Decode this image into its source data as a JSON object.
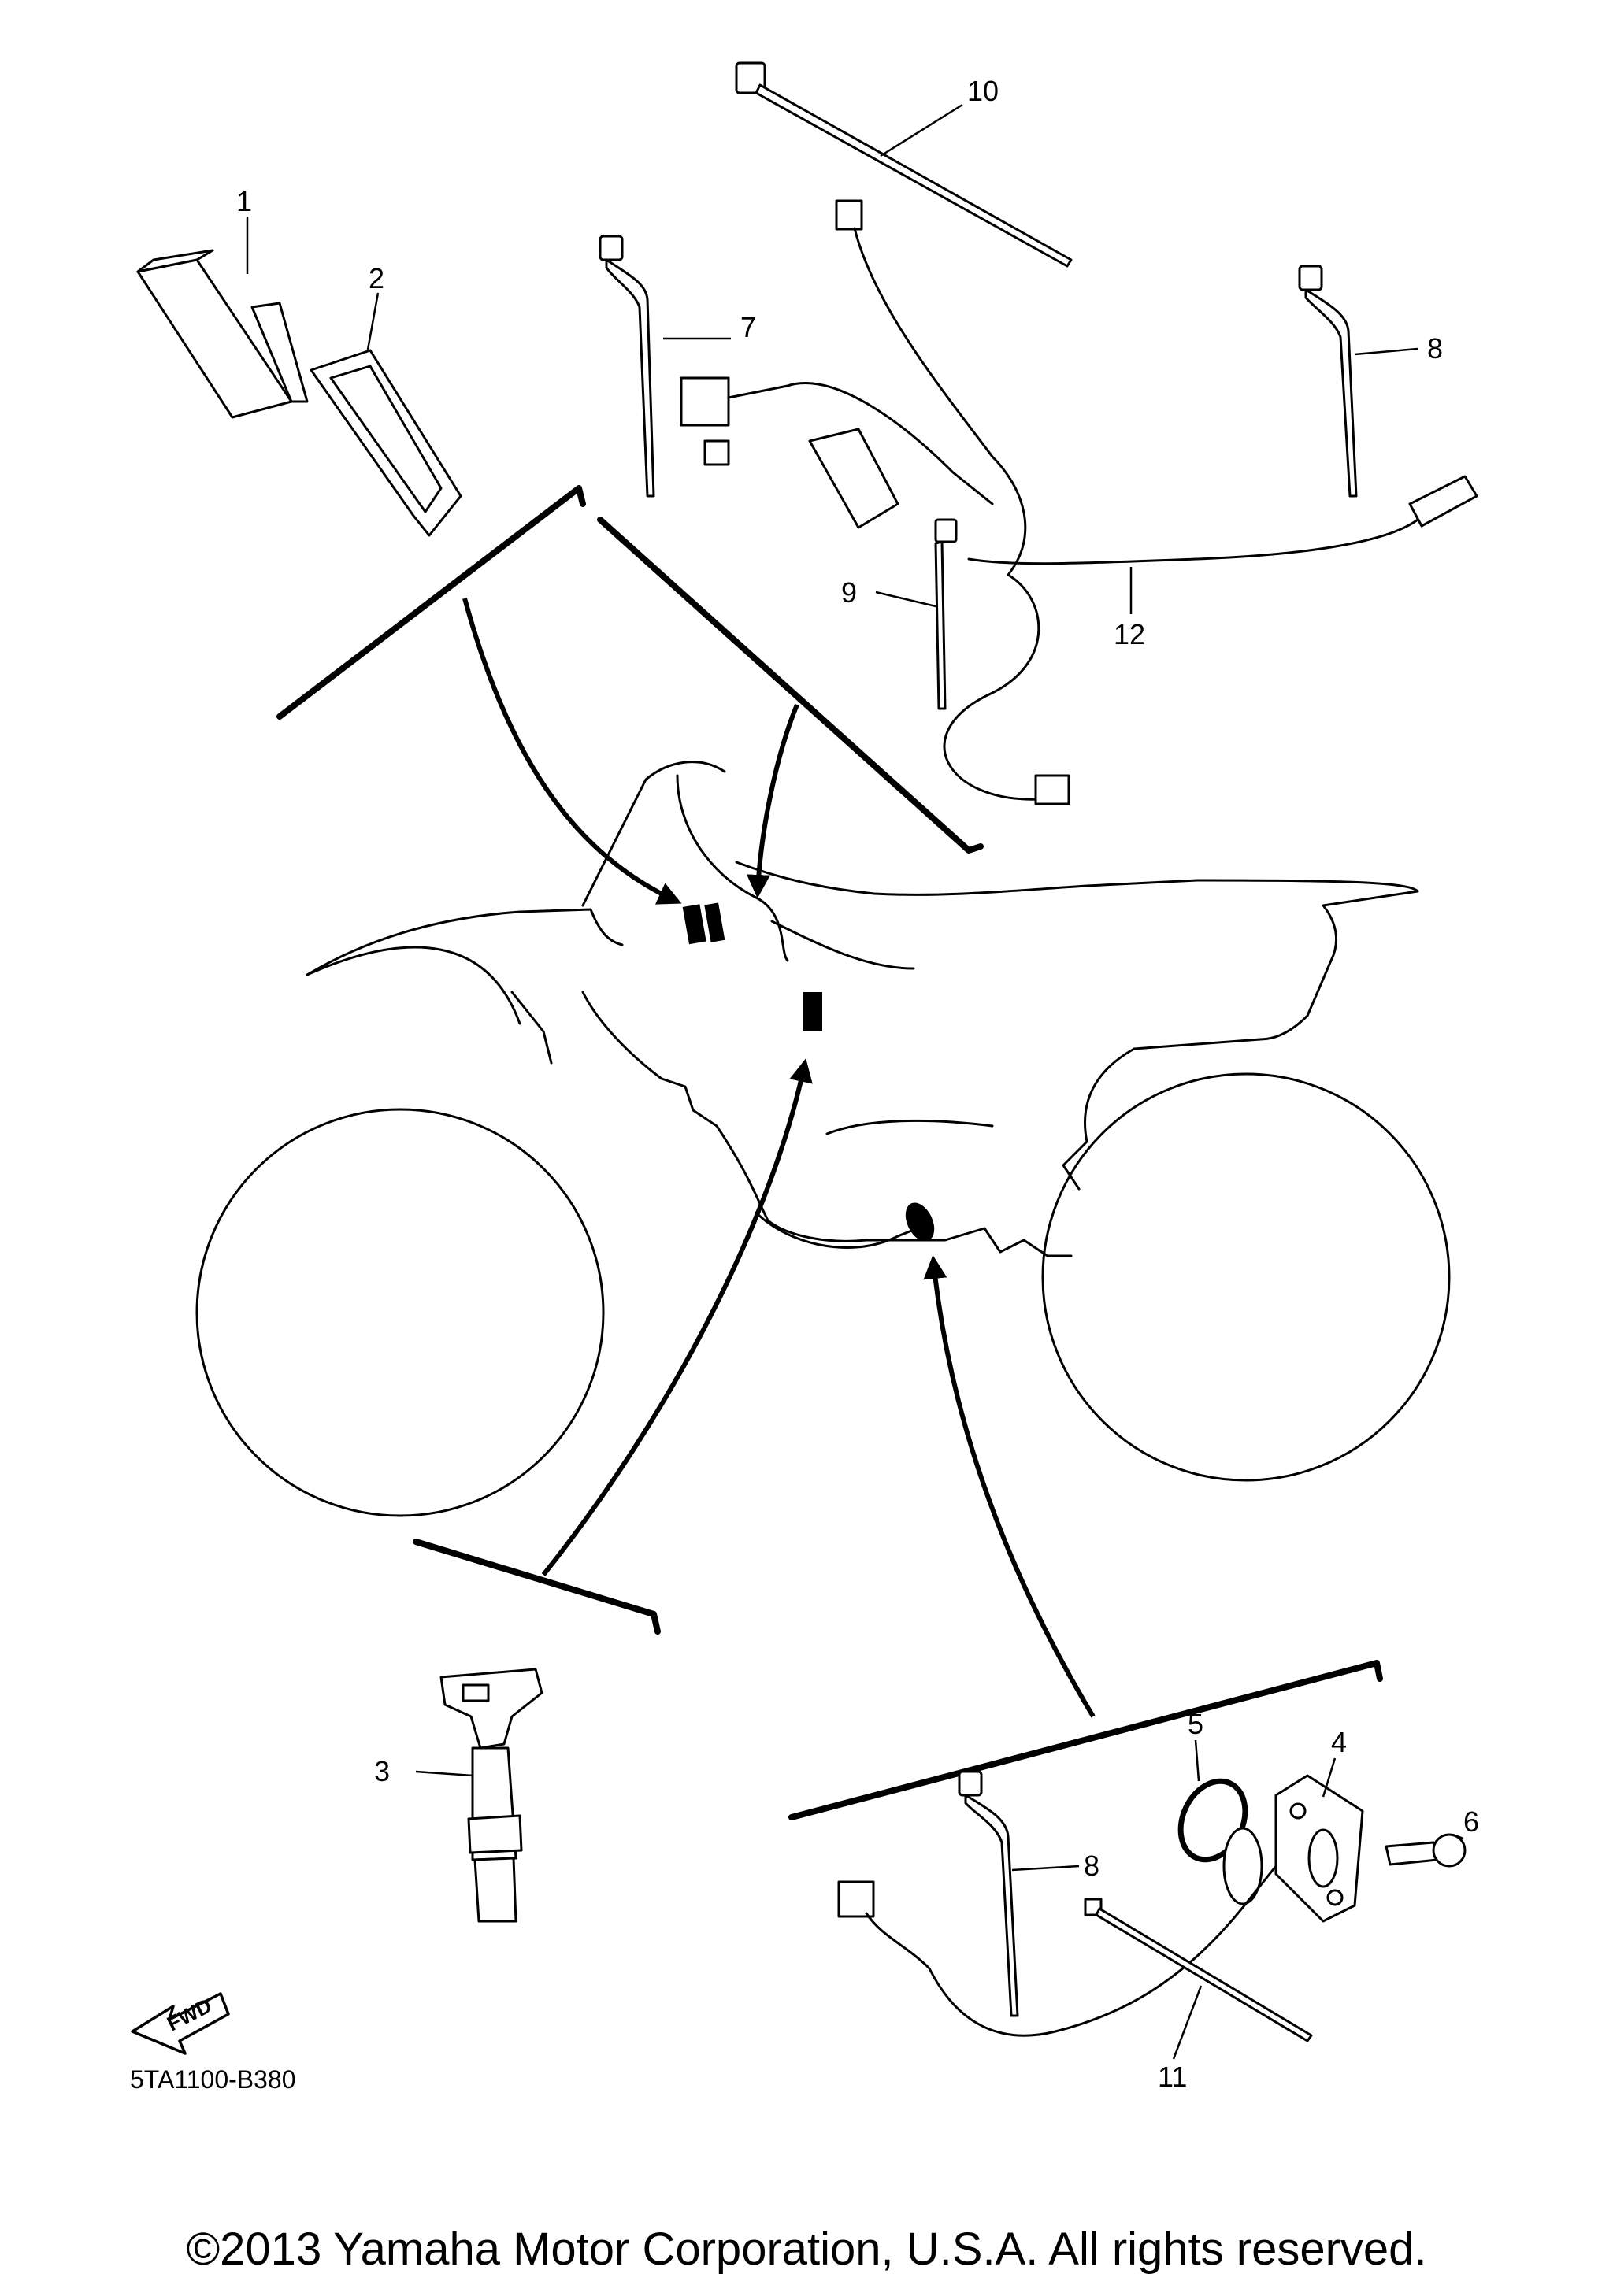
{
  "diagram": {
    "diagram_code": "5TA1100-B380",
    "fwd_label": "FWD",
    "copyright": "©2013 Yamaha Motor Corporation, U.S.A. All rights reserved.",
    "callouts": [
      "1",
      "2",
      "3",
      "4",
      "5",
      "6",
      "7",
      "8",
      "8",
      "9",
      "10",
      "11",
      "12"
    ]
  }
}
